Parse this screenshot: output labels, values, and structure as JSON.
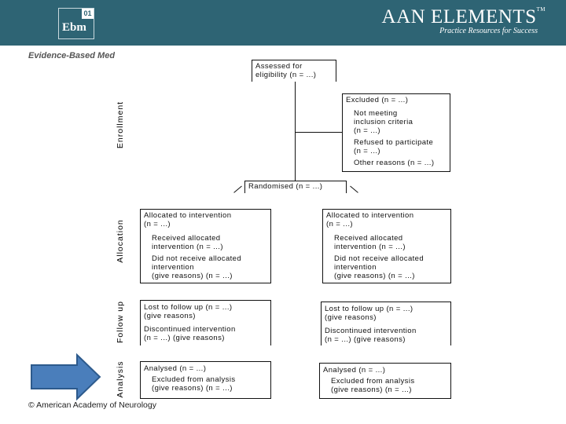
{
  "header": {
    "ebm_logo_tag": "01",
    "ebm_logo_text": "Ebm",
    "brand_name": "AAN ELEMENTS",
    "brand_tm": "TM",
    "brand_tagline": "Practice Resources for Success",
    "ebm_subtitle": "Evidence-Based Medicine"
  },
  "stages": {
    "enrollment": "Enrollment",
    "allocation": "Allocation",
    "follow_up": "Follow up",
    "analysis": "Analysis"
  },
  "boxes": {
    "assessed": [
      "Assessed for",
      "eligibility (n = ...)"
    ],
    "excluded": {
      "title": "Excluded (n = ...)",
      "items": [
        [
          "Not meeting",
          "inclusion criteria",
          "(n = ...)"
        ],
        [
          "Refused to participate",
          "(n = ...)"
        ],
        [
          "Other reasons (n = ...)"
        ]
      ]
    },
    "randomised": "Randomised (n = ...)",
    "allocated_left": {
      "title": [
        "Allocated to intervention",
        "(n = ...)"
      ],
      "items": [
        [
          "Received allocated",
          "intervention (n = ...)"
        ],
        [
          "Did not receive allocated",
          "intervention",
          "(give reasons) (n = ...)"
        ]
      ]
    },
    "allocated_right": {
      "title": [
        "Allocated to intervention",
        "(n = ...)"
      ],
      "items": [
        [
          "Received allocated",
          "intervention (n = ...)"
        ],
        [
          "Did not receive allocated",
          "intervention",
          "(give reasons) (n = ...)"
        ]
      ]
    },
    "followup_left": [
      "Lost to follow up (n = ...)",
      "(give reasons)",
      "Discontinued intervention",
      "(n = ...) (give reasons)"
    ],
    "followup_right": [
      "Lost to follow up (n = ...)",
      "(give reasons)",
      "Discontinued intervention",
      "(n = ...) (give reasons)"
    ],
    "analysed_left": {
      "title": "Analysed (n = ...)",
      "items": [
        "Excluded from analysis",
        "(give reasons) (n = ...)"
      ]
    },
    "analysed_right": {
      "title": "Analysed (n = ...)",
      "items": [
        "Excluded from analysis",
        "(give reasons) (n = ...)"
      ]
    }
  },
  "footer": {
    "copyright": "© American Academy of Neurology"
  },
  "colors": {
    "header_bg": "#2e6474",
    "arrow_fill": "#4a7ebb",
    "arrow_stroke": "#2d5a8c"
  }
}
